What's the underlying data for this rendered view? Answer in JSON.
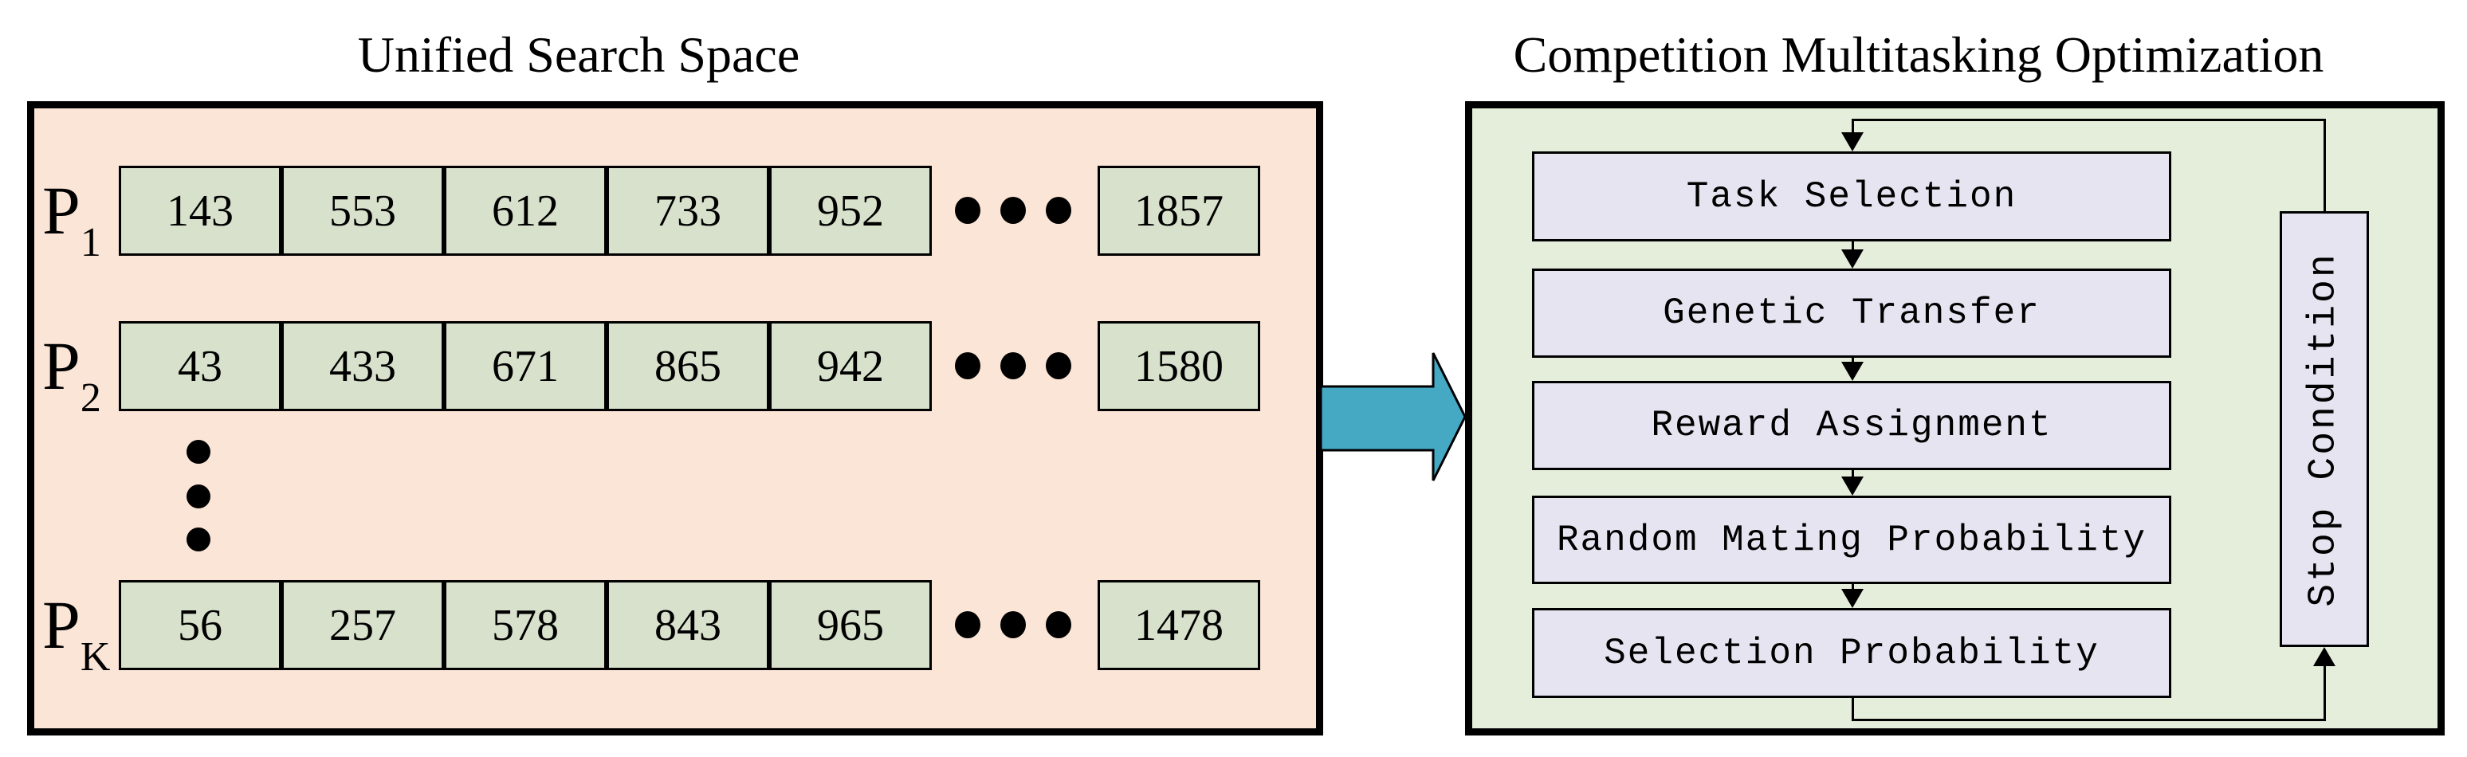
{
  "left_panel": {
    "title": "Unified Search Space",
    "rows": [
      {
        "label": "P",
        "subscript": "1",
        "cells": [
          "143",
          "553",
          "612",
          "733",
          "952"
        ],
        "last_cell": "1857"
      },
      {
        "label": "P",
        "subscript": "2",
        "cells": [
          "43",
          "433",
          "671",
          "865",
          "942"
        ],
        "last_cell": "1580"
      },
      {
        "label": "P",
        "subscript": "K",
        "cells": [
          "56",
          "257",
          "578",
          "843",
          "965"
        ],
        "last_cell": "1478"
      }
    ]
  },
  "right_panel": {
    "title": "Competition Multitasking Optimization",
    "steps": [
      "Task Selection",
      "Genetic Transfer",
      "Reward Assignment",
      "Random Mating Probability",
      "Selection Probability"
    ],
    "stop_label": "Stop Condition"
  },
  "colors": {
    "panel-left-bg": "#fbe5d6",
    "cell-bg": "#d8e1cb",
    "panel-right-bg": "#e4eeda",
    "box-bg": "#e6e4f0",
    "arrow-teal": "#45a9c4",
    "ink": "#000000"
  }
}
